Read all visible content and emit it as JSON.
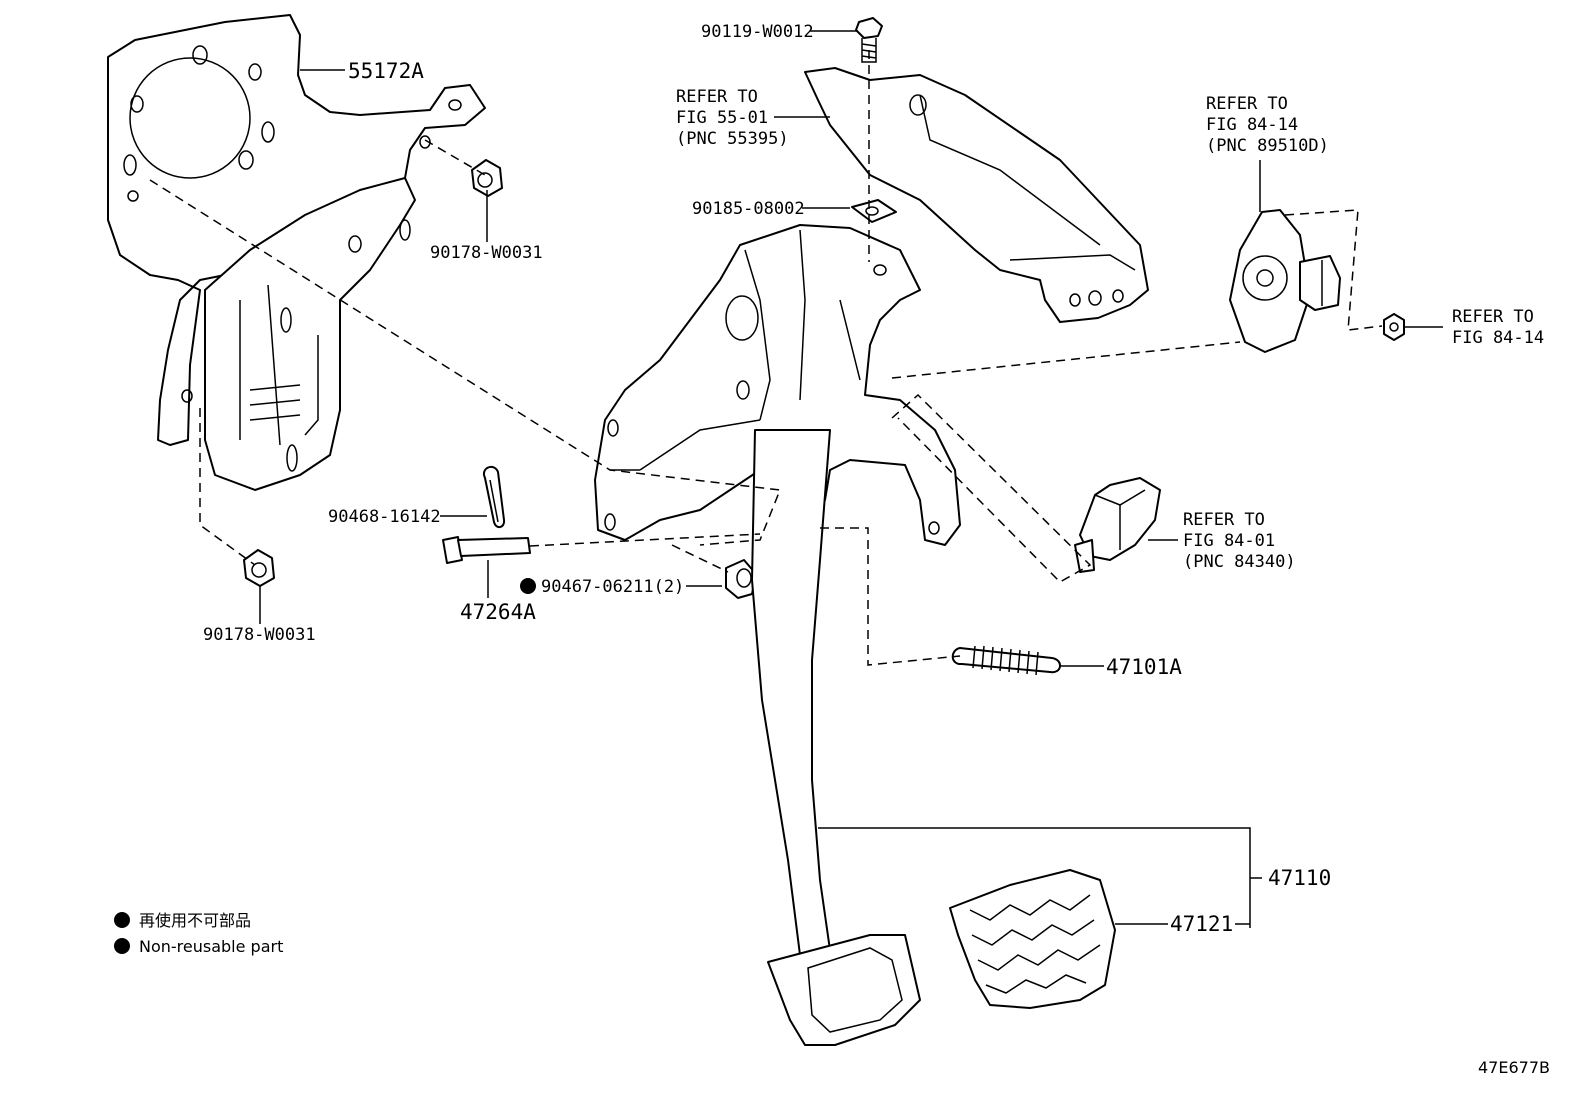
{
  "labels": {
    "p55172a": "55172A",
    "p90178_top": "90178-W0031",
    "p90178_bottom": "90178-W0031",
    "p90468": "90468-16142",
    "p47264a": "47264A",
    "p90467": "90467-06211(2)",
    "p90119": "90119-W0012",
    "p90185": "90185-08002",
    "p47101a": "47101A",
    "p47110": "47110",
    "p47121": "47121"
  },
  "refs": {
    "fig55": [
      "REFER TO",
      "FIG 55-01",
      "(PNC 55395)"
    ],
    "fig84_14_top": [
      "REFER TO",
      "FIG 84-14",
      "(PNC 89510D)"
    ],
    "fig84_14_right": [
      "REFER TO",
      "FIG 84-14"
    ],
    "fig84_01": [
      "REFER TO",
      "FIG 84-01",
      "(PNC 84340)"
    ]
  },
  "legend": {
    "jp": "再使用不可部品",
    "en": "Non-reusable part"
  },
  "diagram_code": "47E677B"
}
